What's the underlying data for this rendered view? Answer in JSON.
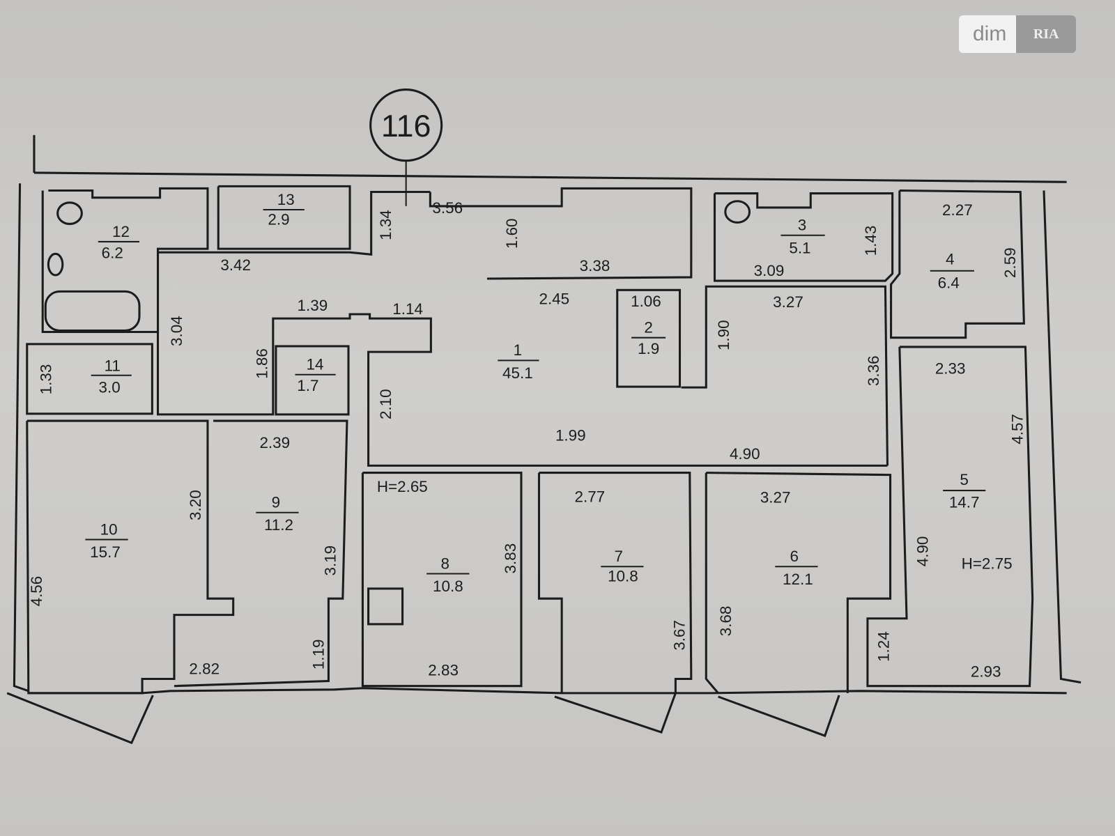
{
  "plan_number": "116",
  "watermark": {
    "left": "dim",
    "right": "RIA"
  },
  "rooms": [
    {
      "no": "1",
      "area": "45.1"
    },
    {
      "no": "2",
      "area": "1.9"
    },
    {
      "no": "3",
      "area": "5.1"
    },
    {
      "no": "4",
      "area": "6.4"
    },
    {
      "no": "5",
      "area": "14.7"
    },
    {
      "no": "6",
      "area": "12.1"
    },
    {
      "no": "7",
      "area": "10.8"
    },
    {
      "no": "8",
      "area": "10.8"
    },
    {
      "no": "9",
      "area": "11.2"
    },
    {
      "no": "10",
      "area": "15.7"
    },
    {
      "no": "11",
      "area": "3.0"
    },
    {
      "no": "12",
      "area": "6.2"
    },
    {
      "no": "13",
      "area": "2.9"
    },
    {
      "no": "14",
      "area": "1.7"
    }
  ],
  "dimensions": [
    "3.56",
    "1.34",
    "1.60",
    "3.38",
    "3.42",
    "1.39",
    "1.14",
    "2.45",
    "1.06",
    "3.04",
    "1.86",
    "1.33",
    "2.10",
    "1.90",
    "3.27",
    "3.09",
    "1.43",
    "2.27",
    "2.59",
    "3.36",
    "2.33",
    "4.57",
    "1.99",
    "4.90",
    "2.39",
    "3.20",
    "3.19",
    "2.77",
    "3.27",
    "3.83",
    "4.90",
    "4.56",
    "3.67",
    "3.68",
    "1.19",
    "1.24",
    "2.82",
    "2.83",
    "2.93"
  ],
  "heights": [
    "H=2.65",
    "H=2.75"
  ]
}
